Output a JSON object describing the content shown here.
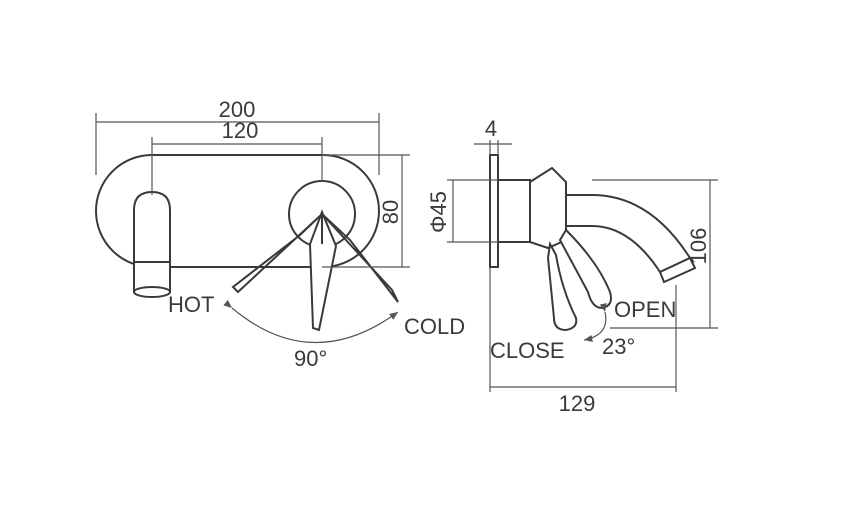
{
  "dimensions": {
    "front_overall_width": "200",
    "front_hole_spacing": "120",
    "front_height": "80",
    "side_plate_thickness": "4",
    "side_escutcheon_diameter": "Φ45",
    "side_total_height": "106",
    "side_projection": "129"
  },
  "labels": {
    "hot": "HOT",
    "cold": "COLD",
    "rotation_angle": "90°",
    "open": "OPEN",
    "close": "CLOSE",
    "lever_angle": "23°"
  }
}
